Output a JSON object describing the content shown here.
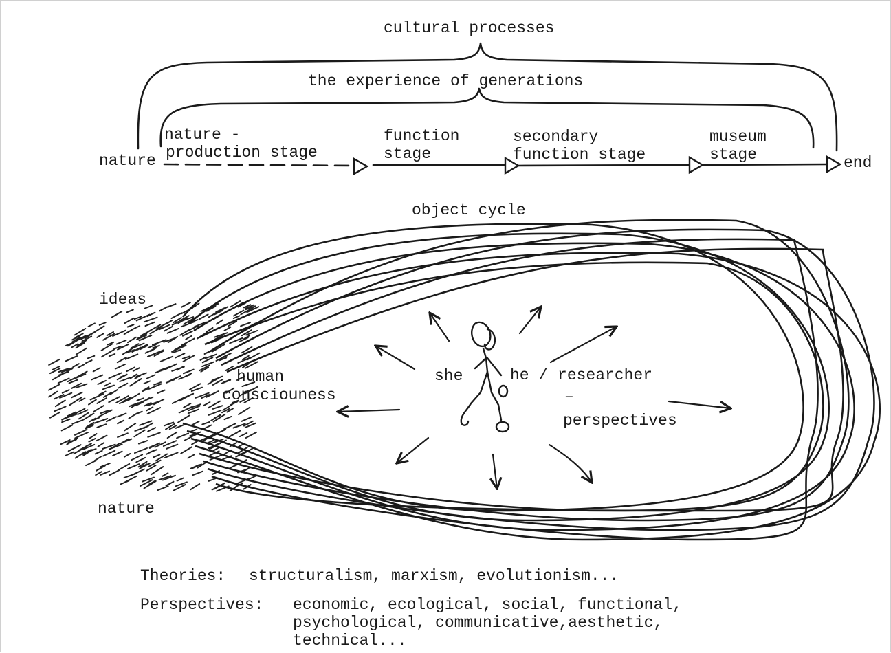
{
  "header": {
    "cultural_processes": "cultural processes",
    "experience_of_generations": "the experience of generations"
  },
  "timeline": {
    "start": "nature",
    "stages": [
      {
        "line1": "nature -",
        "line2": "production stage"
      },
      {
        "line1": "function",
        "line2": "stage"
      },
      {
        "line1": "secondary",
        "line2": "function stage"
      },
      {
        "line1": "museum",
        "line2": "stage"
      }
    ],
    "end": "end"
  },
  "cycle": {
    "title": "object cycle",
    "ideas": "ideas",
    "nature": "nature",
    "human_line1": "human",
    "human_line2": "consciouness",
    "she": "she",
    "he_researcher": "he / researcher",
    "dash": "–",
    "perspectives": "perspectives"
  },
  "footer": {
    "theories_label": "Theories:",
    "theories_text": "structuralism, marxism, evolutionism...",
    "perspectives_label": "Perspectives:",
    "perspectives_line1": "economic, ecological, social, functional,",
    "perspectives_line2": "psychological, communicative,aesthetic,",
    "perspectives_line3": "technical..."
  }
}
